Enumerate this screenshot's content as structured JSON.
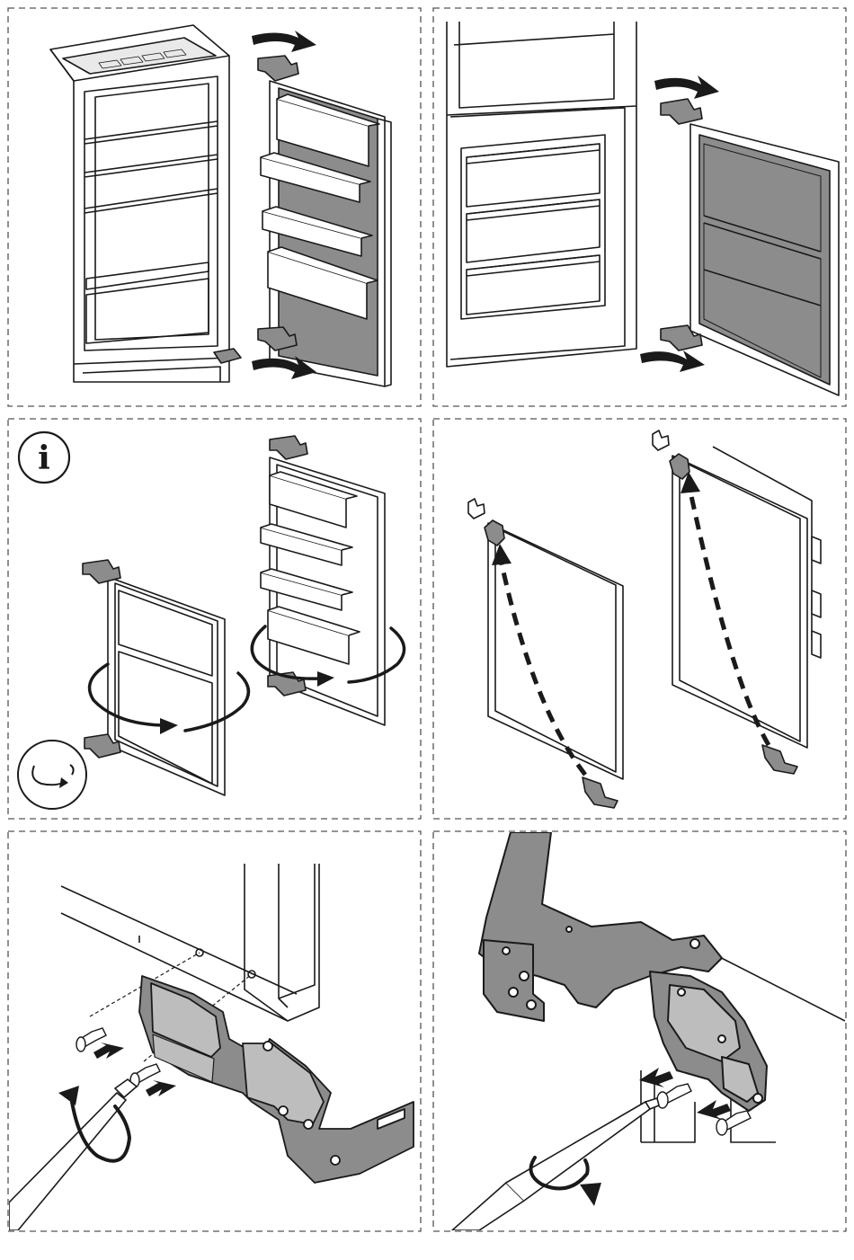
{
  "page": {
    "background": "#ffffff"
  },
  "colors": {
    "line": "#1a1a1a",
    "part_fill": "#8c8c8c",
    "part_fill_light": "#bdbdbd",
    "panel_border": "#555555",
    "arrow": "#1a1a1a"
  },
  "panels": [
    {
      "id": "step-1",
      "content": "fridge-door-removal-illustration",
      "arrows": [
        "arrow-right-icon",
        "arrow-right-icon"
      ]
    },
    {
      "id": "step-2",
      "content": "freezer-door-removal-illustration",
      "arrows": [
        "arrow-right-icon",
        "arrow-right-icon"
      ]
    },
    {
      "id": "step-3",
      "content": "doors-rotate-illustration",
      "icons": [
        "info-icon",
        "rotate-icon"
      ],
      "info_glyph": "i"
    },
    {
      "id": "step-4",
      "content": "hinge-refit-illustration",
      "arrows": [
        "dashed-curved-arrow-icon",
        "dashed-curved-arrow-icon"
      ]
    },
    {
      "id": "step-5",
      "content": "hinge-unscrew-illustration",
      "icons": [
        "screwdriver-icon",
        "screw-icon",
        "rotate-arrow-icon"
      ]
    },
    {
      "id": "step-6",
      "content": "hinge-screw-in-illustration",
      "icons": [
        "screwdriver-icon",
        "screw-icon",
        "rotate-arrow-icon"
      ]
    }
  ]
}
